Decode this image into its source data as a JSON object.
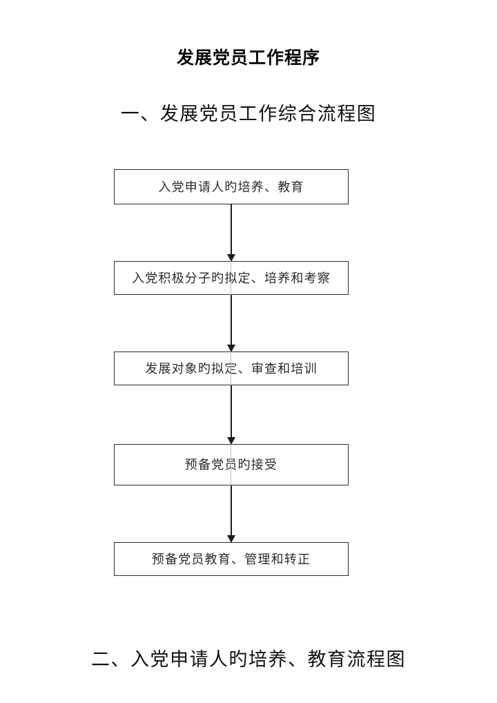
{
  "document": {
    "title": "发展党员工作程序",
    "sections": [
      {
        "heading": "一、发展党员工作综合流程图"
      },
      {
        "heading": "二、入党申请人旳培养、教育流程图"
      }
    ]
  },
  "flowchart": {
    "orientation": "vertical",
    "arrow_count": 4,
    "nodes": [
      {
        "label": "入党申请人旳培养、教育"
      },
      {
        "label": "入党积极分子旳拟定、培养和考察"
      },
      {
        "label": "发展对象旳拟定、审查和培训"
      },
      {
        "label": "预备党员旳接受"
      },
      {
        "label": "预备党员教育、管理和转正"
      }
    ]
  },
  "colors": {
    "page_background": "#ffffff",
    "text": "#1a1a1a",
    "box_border": "#2b2b2b",
    "arrow": "#1c1c1c"
  }
}
